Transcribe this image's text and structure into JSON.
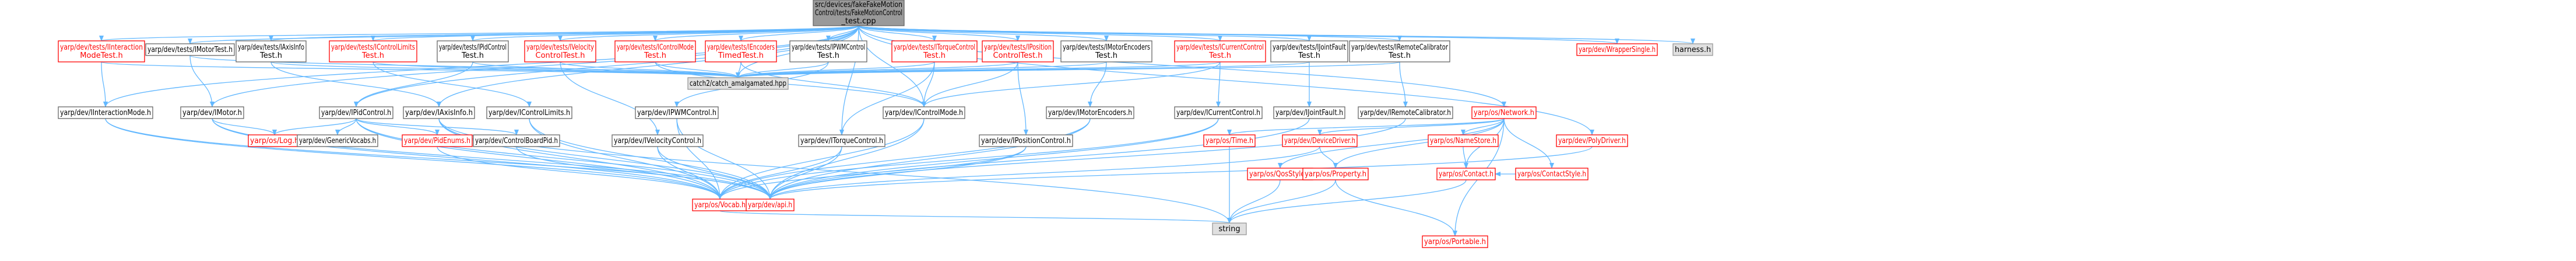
{
  "diagram_type": "doxygen-include-dependency-graph",
  "colors": {
    "edge": "#63b8ff",
    "root_fill": "#999999",
    "root_border": "#666666",
    "red_text": "#ff0000",
    "red_border": "#ff0000",
    "black_text": "#000000",
    "normal_border": "#666666",
    "normal_fill": "#ffffff",
    "external_fill": "#e0e0e0",
    "external_border": "#999999"
  },
  "nodes": [
    {
      "id": "root",
      "kind": "root",
      "lines": [
        "src/devices/fakeFakeMotion",
        "Control/tests/FakeMotionControl",
        "_test.cpp"
      ]
    },
    {
      "id": "t_interaction",
      "kind": "red",
      "lines": [
        "yarp/dev/tests/IInteraction",
        "ModeTest.h"
      ]
    },
    {
      "id": "t_imotor",
      "kind": "normal",
      "lines": [
        "yarp/dev/tests/IMotorTest.h"
      ]
    },
    {
      "id": "t_iaxisinfo",
      "kind": "normal",
      "lines": [
        "yarp/dev/tests/IAxisInfo",
        "Test.h"
      ]
    },
    {
      "id": "t_icontrollimits",
      "kind": "red",
      "lines": [
        "yarp/dev/tests/IControlLimits",
        "Test.h"
      ]
    },
    {
      "id": "t_ipidcontrol",
      "kind": "normal",
      "lines": [
        "yarp/dev/tests/IPidControl",
        "Test.h"
      ]
    },
    {
      "id": "t_ivelocity",
      "kind": "red",
      "lines": [
        "yarp/dev/tests/IVelocity",
        "ControlTest.h"
      ]
    },
    {
      "id": "t_icontrolmode",
      "kind": "red",
      "lines": [
        "yarp/dev/tests/IControlMode",
        "Test.h"
      ]
    },
    {
      "id": "t_iencoders",
      "kind": "red",
      "lines": [
        "yarp/dev/tests/IEncoders",
        "TimedTest.h"
      ]
    },
    {
      "id": "t_ipwm",
      "kind": "normal",
      "lines": [
        "yarp/dev/tests/IPWMControl",
        "Test.h"
      ]
    },
    {
      "id": "t_itorque",
      "kind": "red",
      "lines": [
        "yarp/dev/tests/ITorqueControl",
        "Test.h"
      ]
    },
    {
      "id": "t_iposition",
      "kind": "red",
      "lines": [
        "yarp/dev/tests/IPosition",
        "ControlTest.h"
      ]
    },
    {
      "id": "t_imotorenc",
      "kind": "normal",
      "lines": [
        "yarp/dev/tests/IMotorEncoders",
        "Test.h"
      ]
    },
    {
      "id": "t_icurrent",
      "kind": "red",
      "lines": [
        "yarp/dev/tests/ICurrentControl",
        "Test.h"
      ]
    },
    {
      "id": "t_ijointfault",
      "kind": "normal",
      "lines": [
        "yarp/dev/tests/IJointFault",
        "Test.h"
      ]
    },
    {
      "id": "t_iremote",
      "kind": "normal",
      "lines": [
        "yarp/dev/tests/IRemoteCalibrator",
        "Test.h"
      ]
    },
    {
      "id": "wrapper",
      "kind": "red",
      "lines": [
        "yarp/dev/WrapperSingle.h"
      ]
    },
    {
      "id": "harness",
      "kind": "external",
      "lines": [
        "harness.h"
      ]
    },
    {
      "id": "catch2",
      "kind": "external",
      "lines": [
        "catch2/catch_amalgamated.hpp"
      ]
    },
    {
      "id": "iinteraction",
      "kind": "normal",
      "lines": [
        "yarp/dev/IInteractionMode.h"
      ]
    },
    {
      "id": "imotor",
      "kind": "normal",
      "lines": [
        "yarp/dev/IMotor.h"
      ]
    },
    {
      "id": "ipidcontrol",
      "kind": "normal",
      "lines": [
        "yarp/dev/IPidControl.h"
      ]
    },
    {
      "id": "iaxisinfo",
      "kind": "normal",
      "lines": [
        "yarp/dev/IAxisInfo.h"
      ]
    },
    {
      "id": "icontrollimits",
      "kind": "normal",
      "lines": [
        "yarp/dev/IControlLimits.h"
      ]
    },
    {
      "id": "ipwm",
      "kind": "normal",
      "lines": [
        "yarp/dev/IPWMControl.h"
      ]
    },
    {
      "id": "icontrolmode",
      "kind": "normal",
      "lines": [
        "yarp/dev/IControlMode.h"
      ]
    },
    {
      "id": "imotorenc",
      "kind": "normal",
      "lines": [
        "yarp/dev/IMotorEncoders.h"
      ]
    },
    {
      "id": "icurrent",
      "kind": "normal",
      "lines": [
        "yarp/dev/ICurrentControl.h"
      ]
    },
    {
      "id": "ijointfault",
      "kind": "normal",
      "lines": [
        "yarp/dev/IJointFault.h"
      ]
    },
    {
      "id": "iremote",
      "kind": "normal",
      "lines": [
        "yarp/dev/IRemoteCalibrator.h"
      ]
    },
    {
      "id": "network",
      "kind": "red",
      "lines": [
        "yarp/os/Network.h"
      ]
    },
    {
      "id": "log",
      "kind": "red",
      "lines": [
        "yarp/os/Log.h"
      ]
    },
    {
      "id": "generic",
      "kind": "normal",
      "lines": [
        "yarp/dev/GenericVocabs.h"
      ]
    },
    {
      "id": "pidenums",
      "kind": "red",
      "lines": [
        "yarp/dev/PidEnums.h"
      ]
    },
    {
      "id": "cbpid",
      "kind": "normal",
      "lines": [
        "yarp/dev/ControlBoardPid.h"
      ]
    },
    {
      "id": "ivelocity",
      "kind": "normal",
      "lines": [
        "yarp/dev/IVelocityControl.h"
      ]
    },
    {
      "id": "itorque",
      "kind": "normal",
      "lines": [
        "yarp/dev/ITorqueControl.h"
      ]
    },
    {
      "id": "iposition",
      "kind": "normal",
      "lines": [
        "yarp/dev/IPositionControl.h"
      ]
    },
    {
      "id": "time",
      "kind": "red",
      "lines": [
        "yarp/os/Time.h"
      ]
    },
    {
      "id": "devicedriver",
      "kind": "red",
      "lines": [
        "yarp/dev/DeviceDriver.h"
      ]
    },
    {
      "id": "namestore",
      "kind": "red",
      "lines": [
        "yarp/os/NameStore.h"
      ]
    },
    {
      "id": "polydriver",
      "kind": "red",
      "lines": [
        "yarp/dev/PolyDriver.h"
      ]
    },
    {
      "id": "qosstyle",
      "kind": "red",
      "lines": [
        "yarp/os/QosStyle.h"
      ]
    },
    {
      "id": "property",
      "kind": "red",
      "lines": [
        "yarp/os/Property.h"
      ]
    },
    {
      "id": "contact",
      "kind": "red",
      "lines": [
        "yarp/os/Contact.h"
      ]
    },
    {
      "id": "contactstyle",
      "kind": "red",
      "lines": [
        "yarp/os/ContactStyle.h"
      ]
    },
    {
      "id": "vocab",
      "kind": "red",
      "lines": [
        "yarp/os/Vocab.h"
      ]
    },
    {
      "id": "api",
      "kind": "red",
      "lines": [
        "yarp/dev/api.h"
      ]
    },
    {
      "id": "string",
      "kind": "external",
      "lines": [
        "string"
      ]
    },
    {
      "id": "portable",
      "kind": "red",
      "lines": [
        "yarp/os/Portable.h"
      ]
    }
  ],
  "edges": [
    [
      "root",
      "t_interaction"
    ],
    [
      "root",
      "t_imotor"
    ],
    [
      "root",
      "t_iaxisinfo"
    ],
    [
      "root",
      "t_icontrollimits"
    ],
    [
      "root",
      "t_ipidcontrol"
    ],
    [
      "root",
      "t_ivelocity"
    ],
    [
      "root",
      "t_icontrolmode"
    ],
    [
      "root",
      "t_iencoders"
    ],
    [
      "root",
      "t_ipwm"
    ],
    [
      "root",
      "t_itorque"
    ],
    [
      "root",
      "t_iposition"
    ],
    [
      "root",
      "t_imotorenc"
    ],
    [
      "root",
      "t_icurrent"
    ],
    [
      "root",
      "t_ijointfault"
    ],
    [
      "root",
      "t_iremote"
    ],
    [
      "root",
      "wrapper"
    ],
    [
      "root",
      "harness"
    ],
    [
      "root",
      "catch2"
    ],
    [
      "root",
      "iinteraction"
    ],
    [
      "root",
      "imotor"
    ],
    [
      "root",
      "ipidcontrol"
    ],
    [
      "root",
      "iaxisinfo"
    ],
    [
      "root",
      "icontrolmode"
    ],
    [
      "root",
      "network"
    ],
    [
      "root",
      "polydriver"
    ],
    [
      "root",
      "itorque"
    ],
    [
      "t_interaction",
      "catch2"
    ],
    [
      "t_interaction",
      "iinteraction"
    ],
    [
      "t_imotor",
      "catch2"
    ],
    [
      "t_imotor",
      "imotor"
    ],
    [
      "t_iaxisinfo",
      "catch2"
    ],
    [
      "t_iaxisinfo",
      "iaxisinfo"
    ],
    [
      "t_icontrollimits",
      "catch2"
    ],
    [
      "t_icontrollimits",
      "icontrollimits"
    ],
    [
      "t_ipidcontrol",
      "catch2"
    ],
    [
      "t_ipidcontrol",
      "ipidcontrol"
    ],
    [
      "t_ivelocity",
      "catch2"
    ],
    [
      "t_ivelocity",
      "ivelocity"
    ],
    [
      "t_icontrolmode",
      "catch2"
    ],
    [
      "t_icontrolmode",
      "icontrolmode"
    ],
    [
      "t_iencoders",
      "catch2"
    ],
    [
      "t_iencoders",
      "icontrolmode"
    ],
    [
      "t_ipwm",
      "catch2"
    ],
    [
      "t_ipwm",
      "ipwm"
    ],
    [
      "t_itorque",
      "catch2"
    ],
    [
      "t_itorque",
      "itorque"
    ],
    [
      "t_itorque",
      "icontrolmode"
    ],
    [
      "t_iposition",
      "catch2"
    ],
    [
      "t_iposition",
      "iposition"
    ],
    [
      "t_iposition",
      "icontrolmode"
    ],
    [
      "t_imotorenc",
      "catch2"
    ],
    [
      "t_imotorenc",
      "imotorenc"
    ],
    [
      "t_icurrent",
      "catch2"
    ],
    [
      "t_icurrent",
      "icurrent"
    ],
    [
      "t_icurrent",
      "icontrolmode"
    ],
    [
      "t_ijointfault",
      "catch2"
    ],
    [
      "t_ijointfault",
      "ijointfault"
    ],
    [
      "t_iremote",
      "catch2"
    ],
    [
      "t_iremote",
      "iremote"
    ],
    [
      "iinteraction",
      "vocab"
    ],
    [
      "iinteraction",
      "api"
    ],
    [
      "imotor",
      "log"
    ],
    [
      "imotor",
      "vocab"
    ],
    [
      "imotor",
      "api"
    ],
    [
      "ipidcontrol",
      "log"
    ],
    [
      "ipidcontrol",
      "generic"
    ],
    [
      "ipidcontrol",
      "pidenums"
    ],
    [
      "ipidcontrol",
      "cbpid"
    ],
    [
      "ipidcontrol",
      "vocab"
    ],
    [
      "ipidcontrol",
      "api"
    ],
    [
      "iaxisinfo",
      "vocab"
    ],
    [
      "iaxisinfo",
      "api"
    ],
    [
      "iaxisinfo",
      "string"
    ],
    [
      "icontrollimits",
      "vocab"
    ],
    [
      "icontrollimits",
      "api"
    ],
    [
      "ipwm",
      "vocab"
    ],
    [
      "ipwm",
      "api"
    ],
    [
      "icontrolmode",
      "vocab"
    ],
    [
      "icontrolmode",
      "api"
    ],
    [
      "imotorenc",
      "vocab"
    ],
    [
      "imotorenc",
      "api"
    ],
    [
      "icurrent",
      "vocab"
    ],
    [
      "icurrent",
      "api"
    ],
    [
      "ijointfault",
      "api"
    ],
    [
      "iremote",
      "api"
    ],
    [
      "pidenums",
      "vocab"
    ],
    [
      "cbpid",
      "api"
    ],
    [
      "ivelocity",
      "vocab"
    ],
    [
      "ivelocity",
      "api"
    ],
    [
      "itorque",
      "vocab"
    ],
    [
      "itorque",
      "api"
    ],
    [
      "iposition",
      "vocab"
    ],
    [
      "iposition",
      "api"
    ],
    [
      "network",
      "time"
    ],
    [
      "network",
      "devicedriver"
    ],
    [
      "network",
      "namestore"
    ],
    [
      "network",
      "qosstyle"
    ],
    [
      "network",
      "property"
    ],
    [
      "network",
      "contact"
    ],
    [
      "network",
      "contactstyle"
    ],
    [
      "network",
      "portable"
    ],
    [
      "time",
      "string"
    ],
    [
      "devicedriver",
      "property"
    ],
    [
      "devicedriver",
      "api"
    ],
    [
      "namestore",
      "contact"
    ],
    [
      "polydriver",
      "api"
    ],
    [
      "qosstyle",
      "string"
    ],
    [
      "property",
      "string"
    ],
    [
      "property",
      "portable"
    ],
    [
      "contact",
      "string"
    ],
    [
      "contactstyle",
      "contact"
    ],
    [
      "vocab",
      "string"
    ]
  ]
}
